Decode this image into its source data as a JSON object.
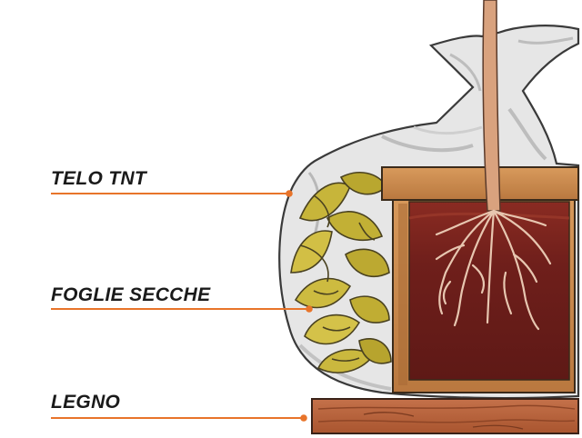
{
  "labels": {
    "telo": "TELO TNT",
    "foglie": "FOGLIE SECCHE",
    "legno": "LEGNO"
  },
  "colors": {
    "leader_line": "#e8742a",
    "soil": "#6e1e1a",
    "pot_rim": "#c98a4e",
    "leaves": "#c9b63a",
    "wood": "#b5623a",
    "cloth": "#e4e4e4",
    "stem": "#d9a27e"
  }
}
